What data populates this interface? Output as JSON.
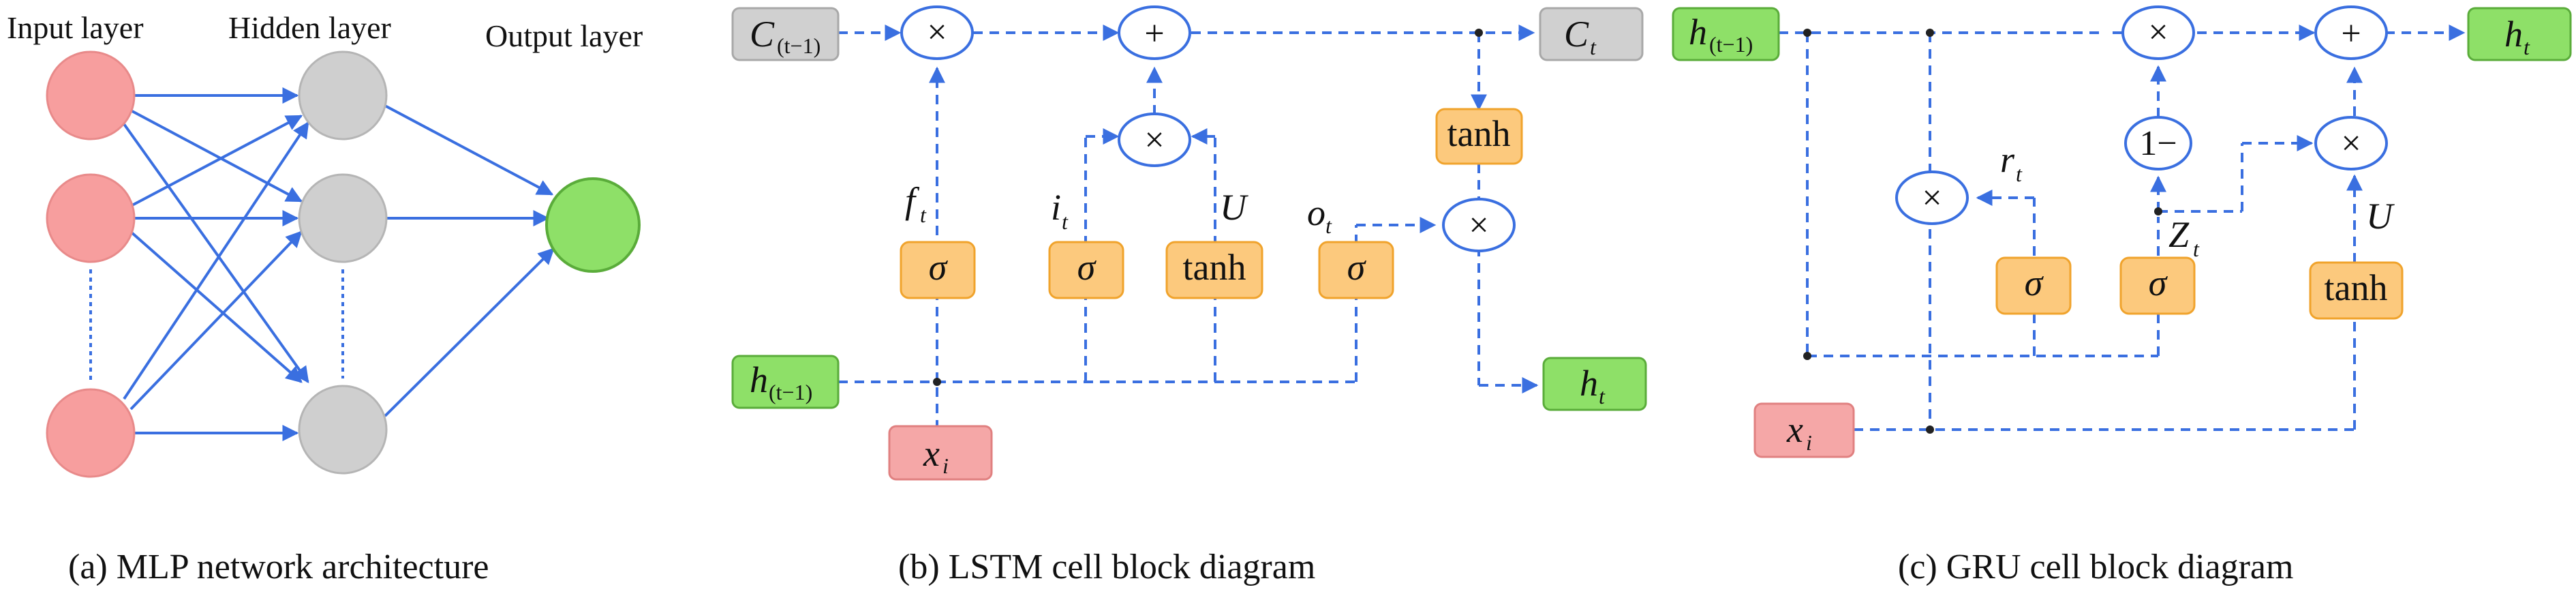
{
  "panel_a": {
    "caption": "(a) MLP network architecture",
    "input_layer": "Input layer",
    "hidden_layer": "Hidden layer",
    "output_layer": "Output layer"
  },
  "panel_b": {
    "caption": "(b) LSTM cell block diagram",
    "c_prev_main": "C",
    "c_prev_sub": "(t−1)",
    "c_t_main": "C",
    "c_t_sub": "t",
    "h_prev_main": "h",
    "h_prev_sub": "(t−1)",
    "h_t_main": "h",
    "h_t_sub": "t",
    "x_main": "x",
    "x_sub": "i",
    "times": "×",
    "plus": "+",
    "sigma": "σ",
    "tanh": "tanh",
    "f_main": "f",
    "f_sub": "t",
    "i_main": "i",
    "i_sub": "t",
    "o_main": "o",
    "o_sub": "t",
    "u_label": "U"
  },
  "panel_c": {
    "caption": "(c) GRU cell block diagram",
    "h_prev_main": "h",
    "h_prev_sub": "(t−1)",
    "h_t_main": "h",
    "h_t_sub": "t",
    "x_main": "x",
    "x_sub": "i",
    "times": "×",
    "plus": "+",
    "one_minus": "1−",
    "sigma": "σ",
    "tanh": "tanh",
    "r_main": "r",
    "r_sub": "t",
    "z_main": "Z",
    "z_sub": "t",
    "u_label": "U"
  },
  "colors": {
    "flow_line": "#3a6fe0",
    "input_node": "#f79e9e",
    "hidden_node": "#cfcfcf",
    "output_node": "#8ee068",
    "gate_box": "#fcc97d",
    "cell_state_box": "#d0d0d0",
    "hidden_state_box": "#8ee068",
    "input_box": "#f5a7a7"
  }
}
